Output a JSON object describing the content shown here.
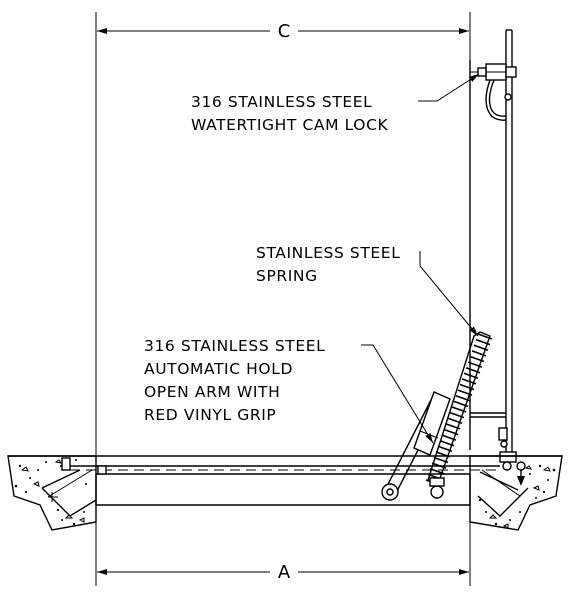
{
  "dimensions": {
    "top": "C",
    "bottom": "A"
  },
  "callouts": {
    "cam_lock": [
      "316 STAINLESS STEEL",
      "WATERTIGHT CAM LOCK"
    ],
    "spring": [
      "STAINLESS STEEL",
      "SPRING"
    ],
    "hold_open_arm": [
      "316 STAINLESS STEEL",
      "AUTOMATIC HOLD",
      "OPEN ARM WITH",
      "RED VINYL GRIP"
    ]
  }
}
